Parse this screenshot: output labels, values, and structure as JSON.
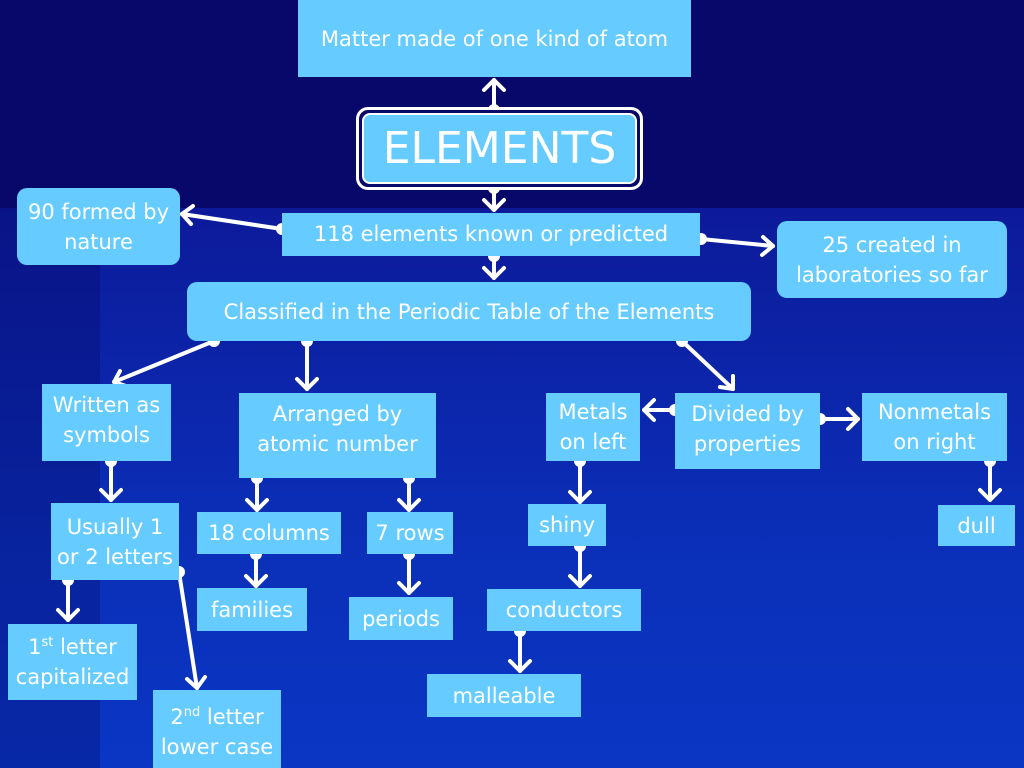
{
  "title": "ELEMENTS",
  "nodes": {
    "definition": "Matter made of one kind of atom",
    "known": "118 elements known or predicted",
    "natural": "90 formed by nature",
    "lab": "25 created in laboratories so far",
    "classified": "Classified in the Periodic Table of the Elements",
    "symbols": "Written as symbols",
    "arranged": "Arranged by atomic number",
    "metals": "Metals on left",
    "divided": "Divided by properties",
    "nonmetals": "Nonmetals on right",
    "letters": "Usually 1 or 2 letters",
    "columns": "18 columns",
    "rows": "7 rows",
    "shiny": "shiny",
    "dull": "dull",
    "families": "families",
    "periods": "periods",
    "conductors": "conductors",
    "malleable": "malleable",
    "first_letter": {
      "num": "1",
      "sup": "st",
      "rest": " letter",
      "line2": "capitalized"
    },
    "second_letter": {
      "num": "2",
      "sup": "nd",
      "rest": " letter",
      "line2": "lower case"
    }
  },
  "colors": {
    "box": "#66ccff",
    "text": "#ffffff",
    "background": "#0a0f78",
    "connector": "#ffffff"
  }
}
